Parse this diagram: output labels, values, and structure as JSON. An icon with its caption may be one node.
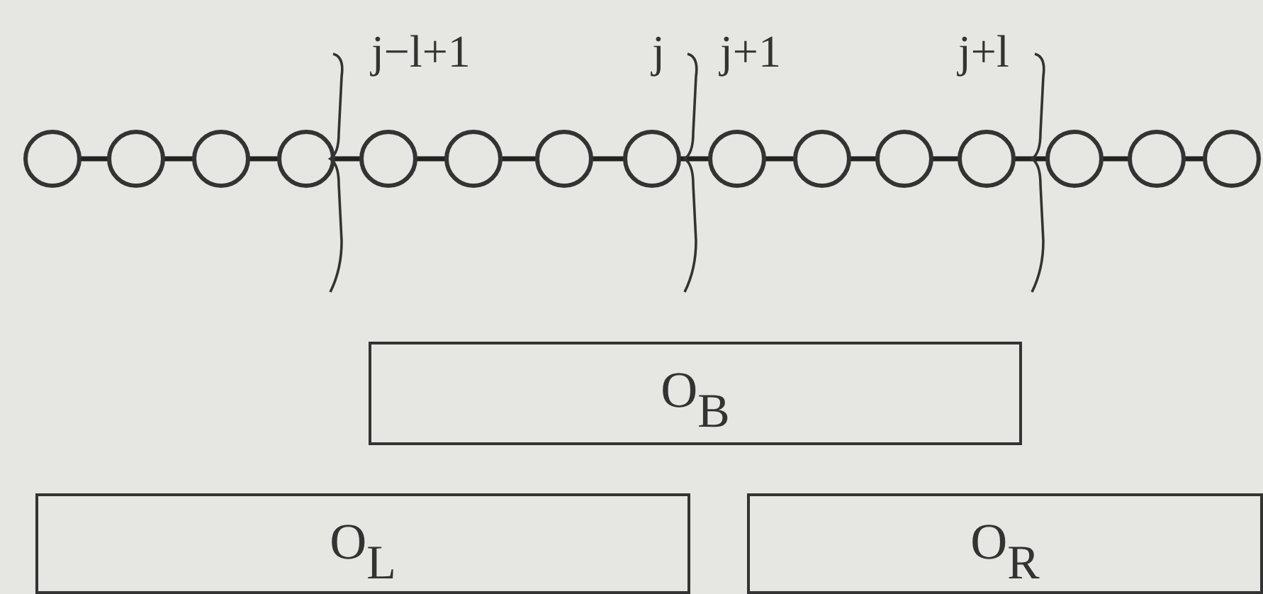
{
  "diagram": {
    "nodes": [
      {
        "text": [],
        "shape": "circle"
      },
      {
        "text": [],
        "shape": "circle"
      },
      {
        "text": [],
        "shape": "circle"
      },
      {
        "text": [],
        "shape": "circle"
      },
      {
        "text": [],
        "shape": "circle"
      },
      {
        "text": [],
        "shape": "circle"
      },
      {
        "text": [],
        "shape": "circle"
      },
      {
        "text": [],
        "shape": "circle"
      },
      {
        "text": [],
        "shape": "circle"
      },
      {
        "text": [],
        "shape": "circle"
      },
      {
        "text": [],
        "shape": "circle"
      },
      {
        "text": [],
        "shape": "circle"
      },
      {
        "text": [],
        "shape": "circle"
      },
      {
        "text": [],
        "shape": "circle"
      },
      {
        "text": [],
        "shape": "circle"
      },
      {
        "text": [
          "O$_{B}$"
        ]
      },
      {
        "text": [
          "O$_{L}$"
        ]
      },
      {
        "text": [
          "O$_{R}$"
        ]
      }
    ],
    "edges": [
      {
        "from": 0,
        "to": 1,
        "arrow": "none"
      },
      {
        "from": 1,
        "to": 2,
        "arrow": "none"
      },
      {
        "from": 2,
        "to": 3,
        "arrow": "none"
      },
      {
        "from": 3,
        "to": 4,
        "arrow": "none"
      },
      {
        "from": 4,
        "to": 5,
        "arrow": "none"
      },
      {
        "from": 5,
        "to": 6,
        "arrow": "none"
      },
      {
        "from": 6,
        "to": 7,
        "arrow": "none"
      },
      {
        "from": 7,
        "to": 8,
        "arrow": "none"
      },
      {
        "from": 8,
        "to": 9,
        "arrow": "none"
      },
      {
        "from": 9,
        "to": 10,
        "arrow": "none"
      },
      {
        "from": 10,
        "to": 11,
        "arrow": "none"
      },
      {
        "from": 11,
        "to": 12,
        "arrow": "none"
      },
      {
        "from": 12,
        "to": 13,
        "arrow": "none"
      },
      {
        "from": 13,
        "to": 14,
        "arrow": "none"
      }
    ],
    "labels": [
      "j−l+1",
      "j",
      "j+1",
      "j+l"
    ]
  }
}
